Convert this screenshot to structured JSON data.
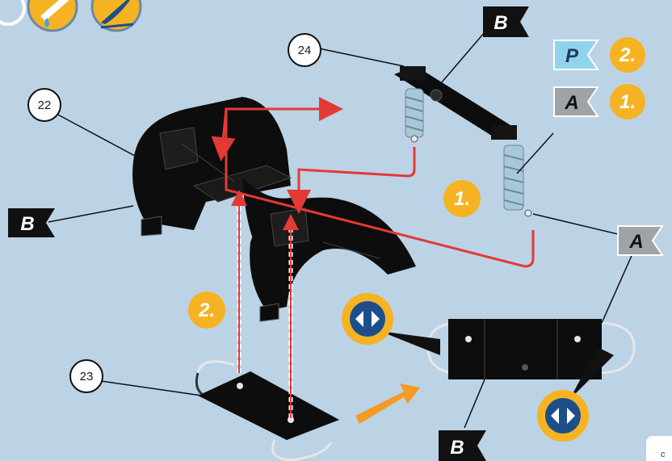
{
  "colors": {
    "background": "#bcd3e6",
    "accent_arrow": "#e53935",
    "step_badge": "#f5b324",
    "flag_black": "#111111",
    "flag_grey": "#9ea3a8",
    "flag_blue": "#8fd3ee",
    "push_arrow": "#f59a23"
  },
  "part_numbers": {
    "p22": "22",
    "p23": "23",
    "p24": "24"
  },
  "legend": {
    "steps": [
      {
        "flag": "P",
        "step": "2."
      },
      {
        "flag": "A",
        "step": "1."
      }
    ]
  },
  "flags": {
    "b_top": "B",
    "b_left": "B",
    "b_bottom": "B",
    "a_right": "A"
  },
  "steps": {
    "one": "1.",
    "two": "2."
  },
  "icons": [
    "lubricate-icon",
    "feather-icon",
    "snap-fit-icon"
  ],
  "corner_text": "c"
}
